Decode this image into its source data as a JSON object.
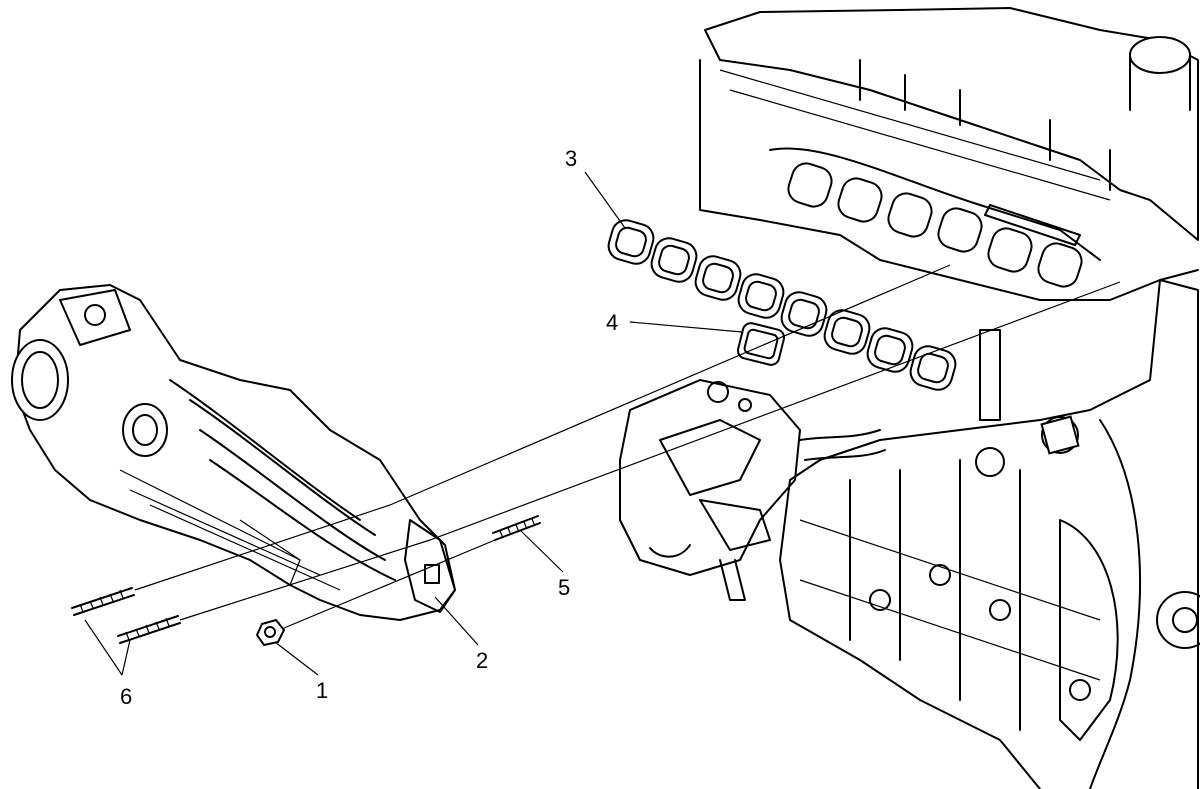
{
  "diagram": {
    "callouts": [
      {
        "id": "c1",
        "label": "1"
      },
      {
        "id": "c2",
        "label": "2"
      },
      {
        "id": "c3",
        "label": "3"
      },
      {
        "id": "c4",
        "label": "4"
      },
      {
        "id": "c5",
        "label": "5"
      },
      {
        "id": "c6",
        "label": "6"
      }
    ],
    "colors": {
      "line": "#000000",
      "background": "#ffffff"
    }
  }
}
